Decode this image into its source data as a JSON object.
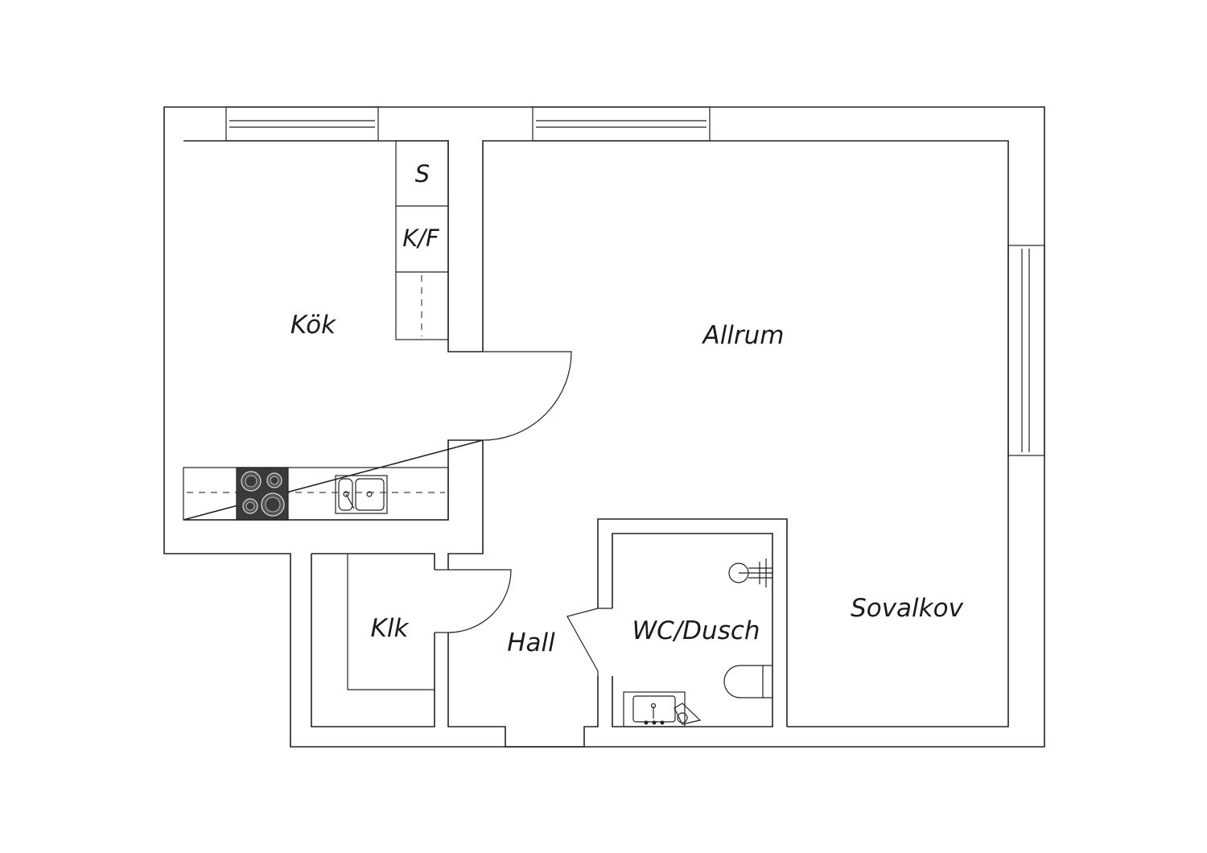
{
  "rooms": {
    "kok": "Kök",
    "allrum": "Allrum",
    "klk": "Klk",
    "hall": "Hall",
    "wc_dusch": "WC/Dusch",
    "sovalkov": "Sovalkov"
  },
  "cabinets": {
    "s": "S",
    "kf": "K/F"
  },
  "colors": {
    "line": "#222222",
    "stove": "#3a3a3a",
    "background": "#ffffff"
  },
  "icons": [
    "window-icon",
    "door-swing-icon",
    "stove-icon",
    "sink-icon",
    "toilet-icon",
    "washbasin-icon",
    "shower-icon"
  ]
}
